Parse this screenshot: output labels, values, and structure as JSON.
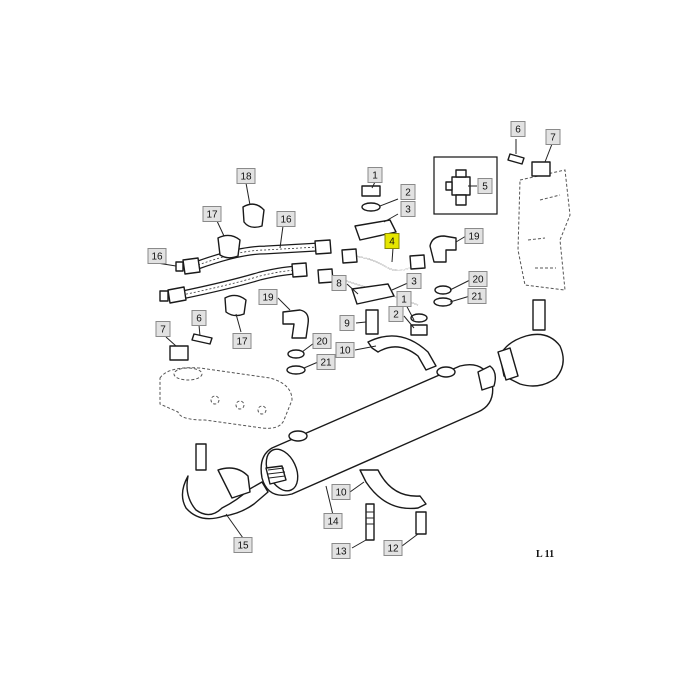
{
  "drawing_ref": "L 11",
  "highlight_color": "#e6e600",
  "callout_color": "#e2e2e2",
  "callouts": [
    {
      "id": "c1a",
      "label": "1",
      "highlight": false
    },
    {
      "id": "c2a",
      "label": "2",
      "highlight": false
    },
    {
      "id": "c3a",
      "label": "3",
      "highlight": false
    },
    {
      "id": "c4",
      "label": "4",
      "highlight": true
    },
    {
      "id": "c5",
      "label": "5",
      "highlight": false
    },
    {
      "id": "c6a",
      "label": "6",
      "highlight": false
    },
    {
      "id": "c7a",
      "label": "7",
      "highlight": false
    },
    {
      "id": "c18",
      "label": "18",
      "highlight": false
    },
    {
      "id": "c17a",
      "label": "17",
      "highlight": false
    },
    {
      "id": "c16a",
      "label": "16",
      "highlight": false
    },
    {
      "id": "c16b",
      "label": "16",
      "highlight": false
    },
    {
      "id": "c19a",
      "label": "19",
      "highlight": false
    },
    {
      "id": "c3b",
      "label": "3",
      "highlight": false
    },
    {
      "id": "c20a",
      "label": "20",
      "highlight": false
    },
    {
      "id": "c21a",
      "label": "21",
      "highlight": false
    },
    {
      "id": "c8",
      "label": "8",
      "highlight": false
    },
    {
      "id": "c19b",
      "label": "19",
      "highlight": false
    },
    {
      "id": "c1b",
      "label": "1",
      "highlight": false
    },
    {
      "id": "c2b",
      "label": "2",
      "highlight": false
    },
    {
      "id": "c9",
      "label": "9",
      "highlight": false
    },
    {
      "id": "c20b",
      "label": "20",
      "highlight": false
    },
    {
      "id": "c10a",
      "label": "10",
      "highlight": false
    },
    {
      "id": "c21b",
      "label": "21",
      "highlight": false
    },
    {
      "id": "c17b",
      "label": "17",
      "highlight": false
    },
    {
      "id": "c7b",
      "label": "7",
      "highlight": false
    },
    {
      "id": "c6b",
      "label": "6",
      "highlight": false
    },
    {
      "id": "c10b",
      "label": "10",
      "highlight": false
    },
    {
      "id": "c14",
      "label": "14",
      "highlight": false
    },
    {
      "id": "c15",
      "label": "15",
      "highlight": false
    },
    {
      "id": "c13",
      "label": "13",
      "highlight": false
    },
    {
      "id": "c12",
      "label": "12",
      "highlight": false
    }
  ]
}
